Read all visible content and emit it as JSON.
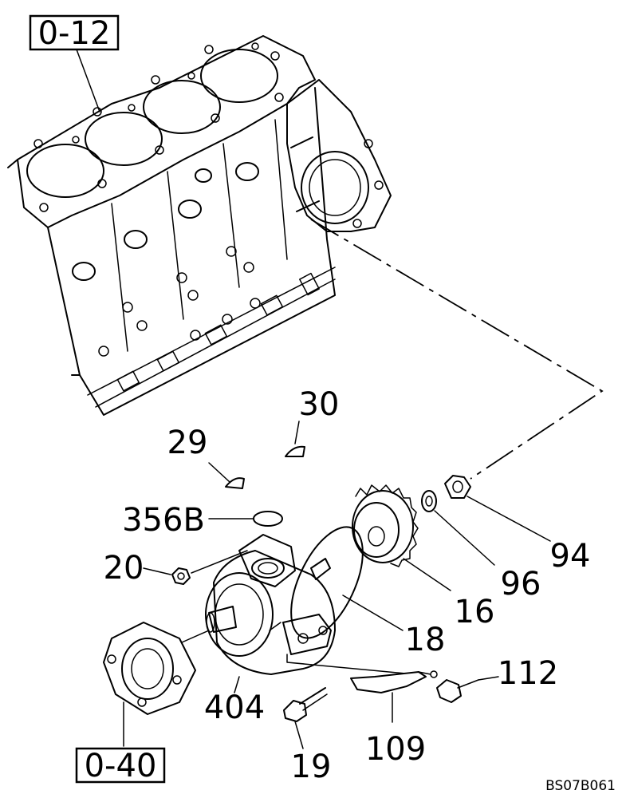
{
  "references": {
    "top": "0-12",
    "bottom": "0-40"
  },
  "callouts": {
    "c30": "30",
    "c29": "29",
    "c356b": "356B",
    "c20": "20",
    "c94": "94",
    "c96": "96",
    "c16": "16",
    "c18": "18",
    "c404": "404",
    "c112": "112",
    "c109": "109",
    "c19": "19"
  },
  "drawing_code": "BS07B061"
}
